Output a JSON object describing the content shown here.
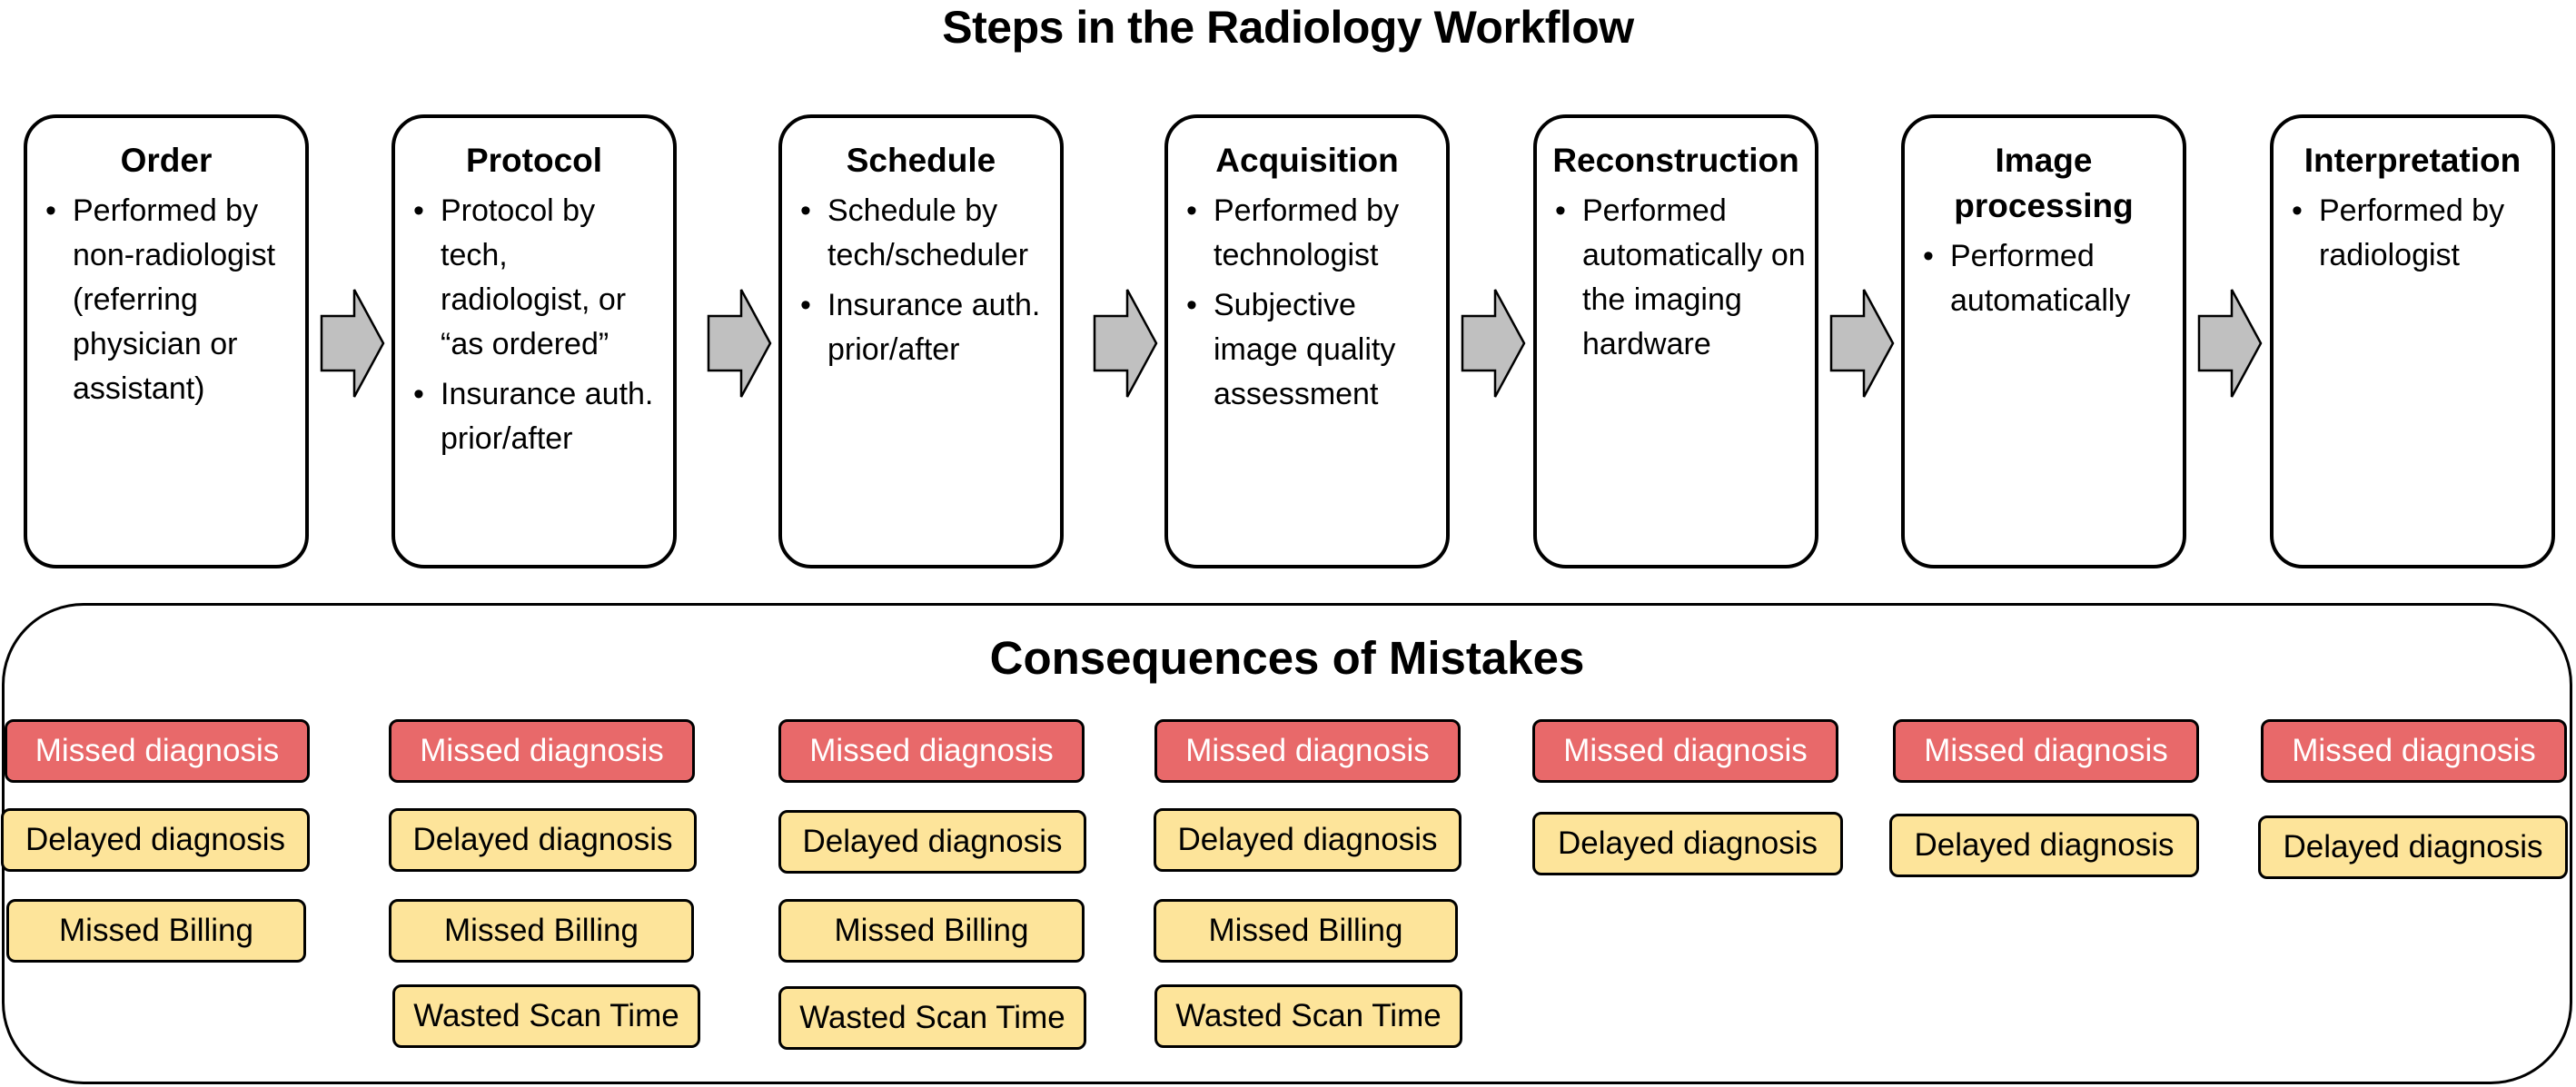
{
  "title": "Steps in the Radiology Workflow",
  "colors": {
    "critical": "#e8696a",
    "warning": "#fde49a",
    "arrow": "#c0c0c0"
  },
  "steps": [
    {
      "title": "Order",
      "bullets": [
        "Performed by non-radiologist (referring physician or assistant)"
      ]
    },
    {
      "title": "Protocol",
      "bullets": [
        "Protocol by tech, radiologist, or “as ordered”",
        "Insurance auth. prior/after"
      ]
    },
    {
      "title": "Schedule",
      "bullets": [
        "Schedule by tech/scheduler",
        "Insurance auth. prior/after"
      ]
    },
    {
      "title": "Acquisition",
      "bullets": [
        "Performed by technologist",
        "Subjective image quality assessment"
      ]
    },
    {
      "title": "Reconstruction",
      "bullets": [
        "Performed automatically on the imaging hardware"
      ]
    },
    {
      "title": "Image processing",
      "bullets": [
        "Performed automatically"
      ]
    },
    {
      "title": "Interpretation",
      "bullets": [
        "Performed by radiologist"
      ]
    }
  ],
  "consequences": {
    "title": "Consequences of Mistakes",
    "columns": [
      [
        "Missed diagnosis",
        "Delayed diagnosis",
        "Missed Billing"
      ],
      [
        "Missed diagnosis",
        "Delayed diagnosis",
        "Missed Billing",
        "Wasted Scan Time"
      ],
      [
        "Missed diagnosis",
        "Delayed diagnosis",
        "Missed Billing",
        "Wasted Scan Time"
      ],
      [
        "Missed diagnosis",
        "Delayed diagnosis",
        "Missed Billing",
        "Wasted Scan Time"
      ],
      [
        "Missed diagnosis",
        "Delayed diagnosis"
      ],
      [
        "Missed diagnosis",
        "Delayed diagnosis"
      ],
      [
        "Missed diagnosis",
        "Delayed diagnosis"
      ]
    ]
  }
}
